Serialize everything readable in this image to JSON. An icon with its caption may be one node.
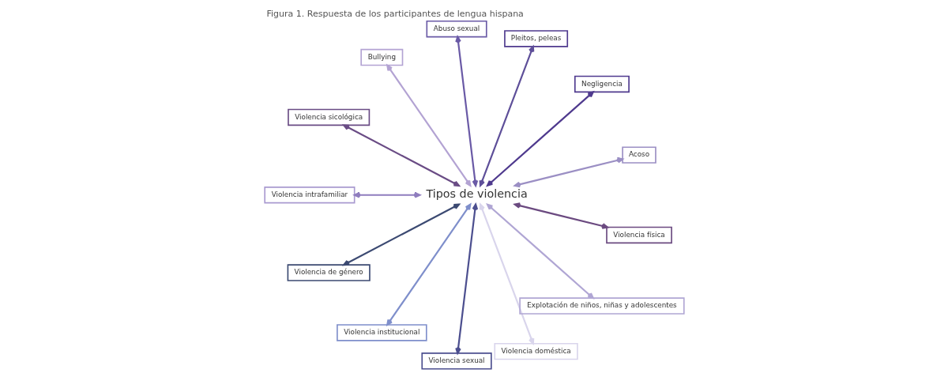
{
  "diagram": {
    "title": "Figura 1. Respuesta de los participantes de lengua hispana",
    "nodes": [
      {
        "text": [
          "Tipos de violencia"
        ]
      },
      {
        "text": [
          "Acoso"
        ]
      },
      {
        "text": [
          "Negligencia"
        ]
      },
      {
        "text": [
          "Pleitos, peleas"
        ]
      },
      {
        "text": [
          "Abuso sexual"
        ]
      },
      {
        "text": [
          "Bullying"
        ]
      },
      {
        "text": [
          "Violencia sicológica"
        ]
      },
      {
        "text": [
          "Violencia intrafamiliar"
        ]
      },
      {
        "text": [
          "Violencia de género"
        ]
      },
      {
        "text": [
          "Violencia institucional"
        ]
      },
      {
        "text": [
          "Violencia sexual"
        ]
      },
      {
        "text": [
          "Violencia doméstica"
        ]
      },
      {
        "text": [
          "Explotación de niños, niñas y adolescentes"
        ]
      },
      {
        "text": [
          "Violencia física"
        ]
      }
    ],
    "edges": [
      {
        "from": 0,
        "to": 1,
        "arrow": "both",
        "color": "#9b8fc4"
      },
      {
        "from": 0,
        "to": 2,
        "arrow": "both",
        "color": "#4f3a8e"
      },
      {
        "from": 0,
        "to": 3,
        "arrow": "both",
        "color": "#5e4f99"
      },
      {
        "from": 0,
        "to": 4,
        "arrow": "both",
        "color": "#6a5aa6"
      },
      {
        "from": 0,
        "to": 5,
        "arrow": "both",
        "color": "#b3a3d3"
      },
      {
        "from": 0,
        "to": 6,
        "arrow": "both",
        "color": "#6a4c85"
      },
      {
        "from": 0,
        "to": 7,
        "arrow": "both",
        "color": "#8f7dbe"
      },
      {
        "from": 0,
        "to": 8,
        "arrow": "both",
        "color": "#3c4a72"
      },
      {
        "from": 0,
        "to": 9,
        "arrow": "both",
        "color": "#7f8fcb"
      },
      {
        "from": 0,
        "to": 10,
        "arrow": "both",
        "color": "#4c4f8f"
      },
      {
        "from": 0,
        "to": 11,
        "arrow": "both",
        "color": "#d9d5ec"
      },
      {
        "from": 0,
        "to": 12,
        "arrow": "both",
        "color": "#b0a6d4"
      },
      {
        "from": 0,
        "to": 13,
        "arrow": "both",
        "color": "#6b4a80"
      }
    ]
  }
}
